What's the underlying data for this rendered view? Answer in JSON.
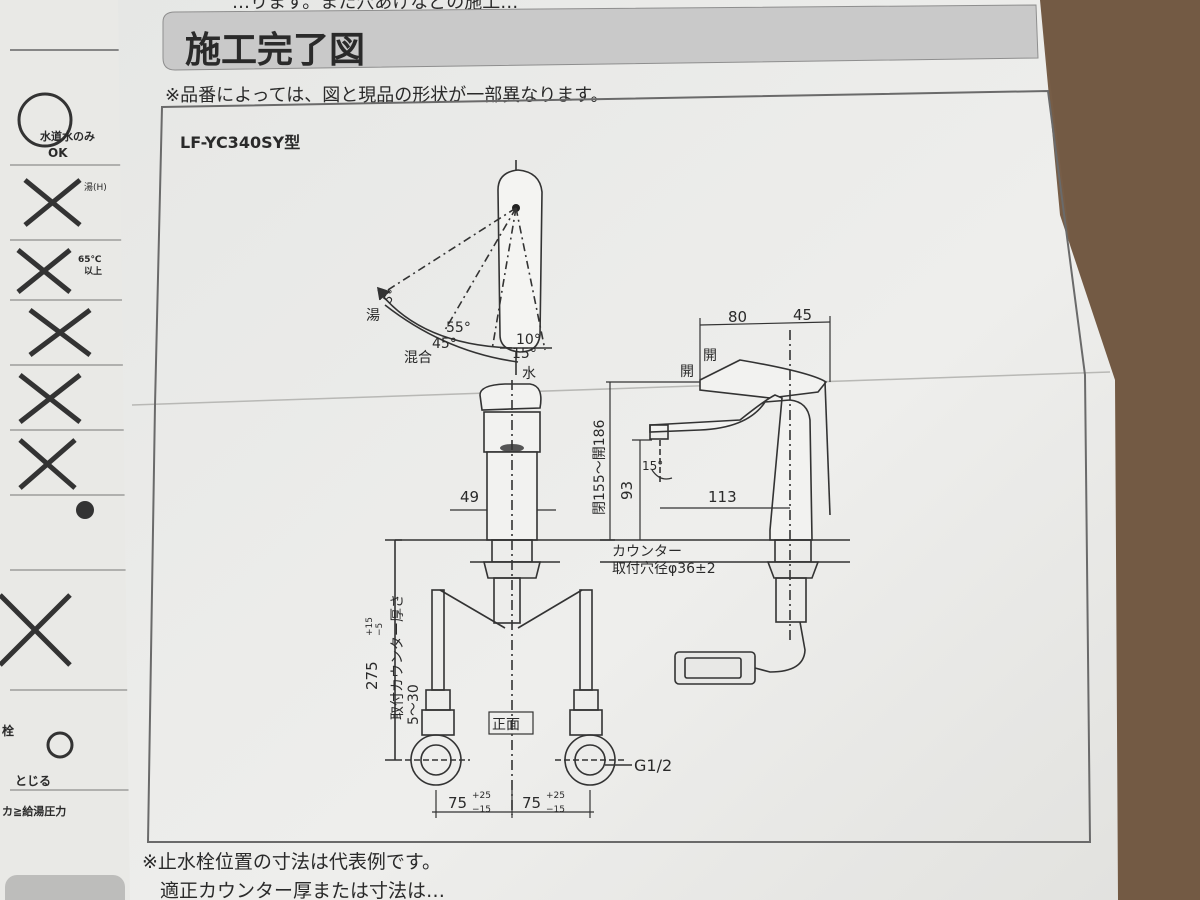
{
  "header": {
    "top_fragment": "…ります。また穴あけなどの施工…",
    "title": "施工完了図"
  },
  "notice": "※品番によっては、図と現品の形状が一部異なります。",
  "model": "LF-YC340SY型",
  "spout_view": {
    "label_hot": "湯",
    "label_mixed": "混合",
    "label_cold": "水",
    "angle_5": "5°",
    "angle_55": "55°",
    "angle_45": "45°",
    "angle_10": "10°",
    "angle_15": "15°"
  },
  "side_view": {
    "dim_80": "80",
    "dim_45": "45",
    "label_open_a": "開",
    "label_open_b": "開",
    "dim_height": "閉155〜開186",
    "dim_93": "93",
    "angle_15": "15°",
    "dim_113": "113",
    "label_counter": "カウンター",
    "label_hole": "取付穴径φ36±2"
  },
  "front_view": {
    "dim_49": "49",
    "dim_275": "275",
    "dim_275_tol_upper": "+15",
    "dim_275_tol_lower": "−5",
    "label_counter_thickness": "取付カウンター厚さ",
    "counter_thickness_range": "5〜30",
    "label_front": "正面",
    "label_thread": "G1/2",
    "dim_75": "75",
    "dim_75_tol_upper": "+25",
    "dim_75_tol_lower": "−15"
  },
  "left_panel": {
    "label_water_only": "水道水のみ",
    "label_ok": "OK",
    "label_hot_side": "湯(H)",
    "label_65c": "65℃",
    "label_or_more": "以上",
    "label_close": "とじる",
    "label_pressure": "カ≧給湯圧力",
    "label_valve": "栓"
  },
  "footer": {
    "note_1": "※止水栓位置の寸法は代表例です。",
    "note_2": "適正カウンター厚または寸法は…"
  },
  "colors": {
    "paper": "#eeeeec",
    "paper_shadow": "#d6d6d4",
    "ink": "#2a2a2a",
    "banner": "#c9c9c9",
    "cardboard": "#6b5440"
  }
}
